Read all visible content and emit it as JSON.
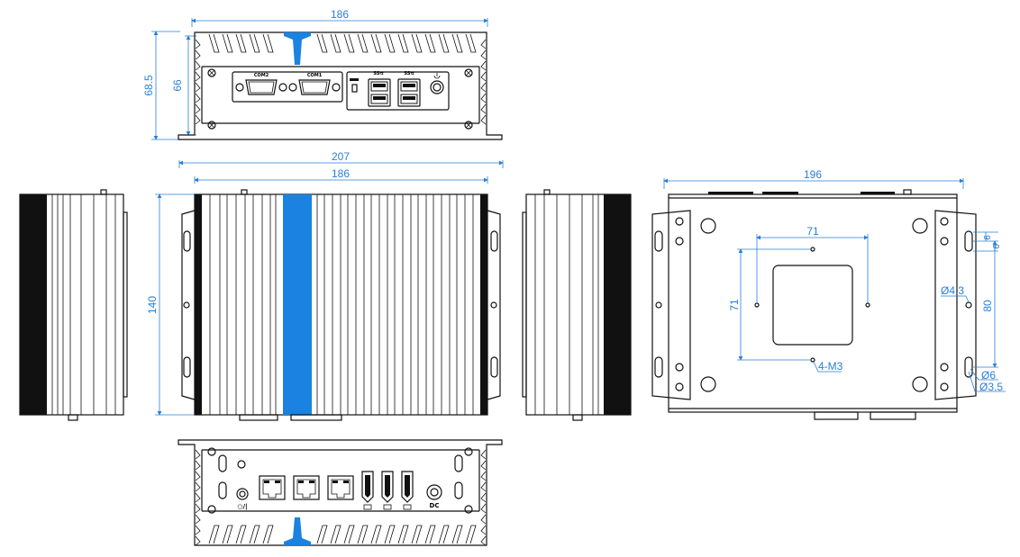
{
  "colors": {
    "accent": "#1a82e0",
    "dimension": "#2a7fd4",
    "line": "#111111"
  },
  "dimensions": {
    "top_width": "186",
    "top_height_outer": "68.5",
    "top_height_inner": "66",
    "main_width_outer": "207",
    "main_width_inner": "186",
    "main_height": "140",
    "bottom_width": "196",
    "hole_spacing_x": "71",
    "hole_spacing_y": "71",
    "screw_label": "4-M3",
    "slot_dim_a": "6",
    "slot_dim_b": "6",
    "slot_pitch": "80",
    "hole_dia": "Ø4.3",
    "slot_width": "Ø6",
    "slot_inner": "Ø3.5"
  },
  "port_labels": {
    "com2": "COM2",
    "com1": "COM1",
    "usb_a": "SS⇆",
    "usb_b": "SS⇆",
    "power_switch": "○/|",
    "dc_in": "DC"
  }
}
